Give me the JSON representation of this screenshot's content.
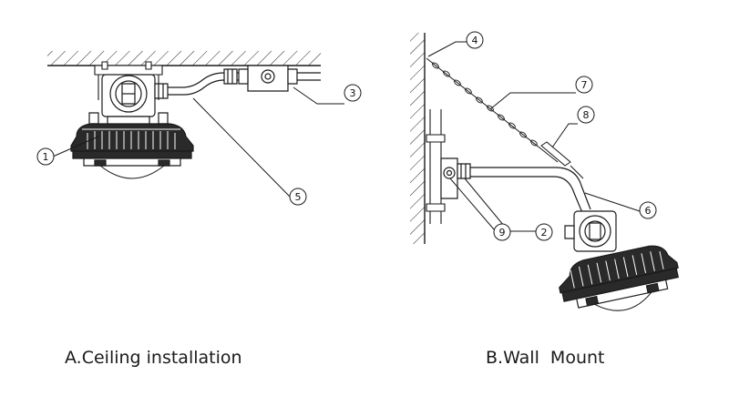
{
  "captions": {
    "ceiling": "A.Ceiling installation",
    "wall": "B.Wall  Mount"
  },
  "callouts": {
    "c1": "1",
    "c2": "2",
    "c3": "3",
    "c4": "4",
    "c5": "5",
    "c6": "6",
    "c7": "7",
    "c8": "8",
    "c9": "9"
  },
  "colors": {
    "line": "#1a1a1a",
    "fill": "#ffffff",
    "dark_fill": "#2a2a2a"
  }
}
